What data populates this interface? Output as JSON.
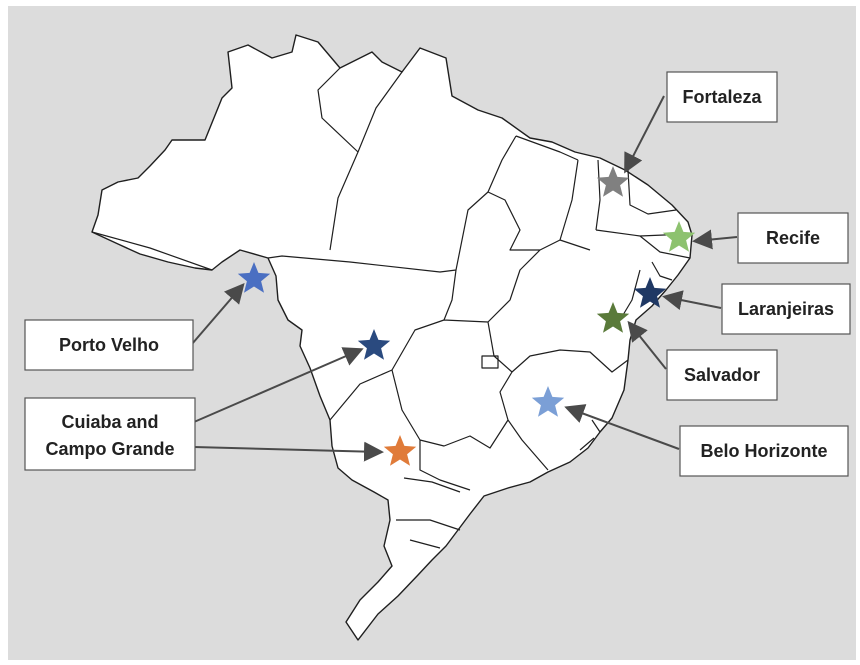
{
  "map": {
    "background_color": "#dcdcdc",
    "land_color": "#ffffff",
    "outline_color": "#1f1f1f",
    "arrow_color": "#4a4a4a"
  },
  "cities": [
    {
      "id": "fortaleza",
      "label": "Fortaleza",
      "star_color": "#808080"
    },
    {
      "id": "recife",
      "label": "Recife",
      "star_color": "#8dc26f"
    },
    {
      "id": "laranjeiras",
      "label": "Laranjeiras",
      "star_color": "#1f3864"
    },
    {
      "id": "salvador",
      "label": "Salvador",
      "star_color": "#5a7a3a"
    },
    {
      "id": "belo-horizonte",
      "label": "Belo Horizonte",
      "star_color": "#7b9fd6"
    },
    {
      "id": "porto-velho",
      "label": "Porto Velho",
      "star_color": "#4a6fc2"
    },
    {
      "id": "cuiaba-campo-grande",
      "label_lines": [
        "Cuiaba and",
        "Campo Grande"
      ],
      "star_colors": [
        "#2a4a7f",
        "#e07b39"
      ]
    }
  ]
}
